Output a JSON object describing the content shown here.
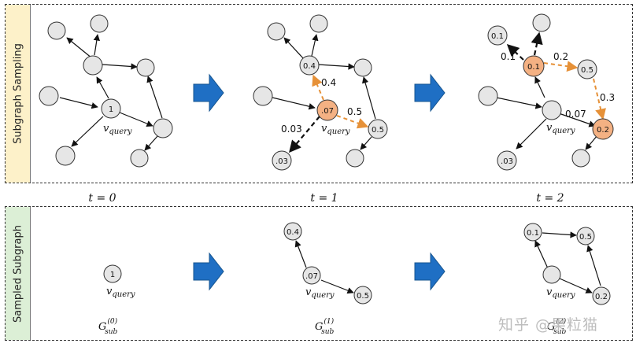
{
  "panels": {
    "top_label": "Subgraph Sampling",
    "bottom_label": "Sampled Subgraph"
  },
  "time_steps": [
    "t = 0",
    "t = 1",
    "t = 2"
  ],
  "query_label": "v_query",
  "subgraph_labels": [
    "G_sub^(0)",
    "G_sub^(1)",
    "G_sub^(2)"
  ],
  "step0": {
    "query_node": "1"
  },
  "step1": {
    "query_node": ".07",
    "nodes": {
      "upper": "0.4",
      "right": "0.5",
      "lower": ".03"
    },
    "edges": {
      "to_upper": "0.4",
      "to_right": "0.5",
      "to_lower": "0.03"
    }
  },
  "step2": {
    "nodes": {
      "top_left": "0.1",
      "hub": "0.1",
      "right": "0.5",
      "lower_right": "0.2",
      "lower": ".03"
    },
    "edges": {
      "to_top_left": "0.1",
      "hub_to_right": "0.2",
      "right_to_lower": "0.3",
      "query_to_lower": "0.07"
    }
  },
  "bottom": {
    "g0": {
      "query_node": "1"
    },
    "g1": {
      "top": "0.4",
      "query": ".07",
      "right": "0.5"
    },
    "g2": {
      "top_left": "0.1",
      "top_right": "0.5",
      "bottom": "0.2"
    }
  },
  "colors": {
    "node_fill": "#e6e6e6",
    "node_highlight": "#f4b183",
    "arrow_blue": "#1f6fc4",
    "dashed_orange": "#e69138"
  },
  "watermark": "知乎 @果粒猫"
}
